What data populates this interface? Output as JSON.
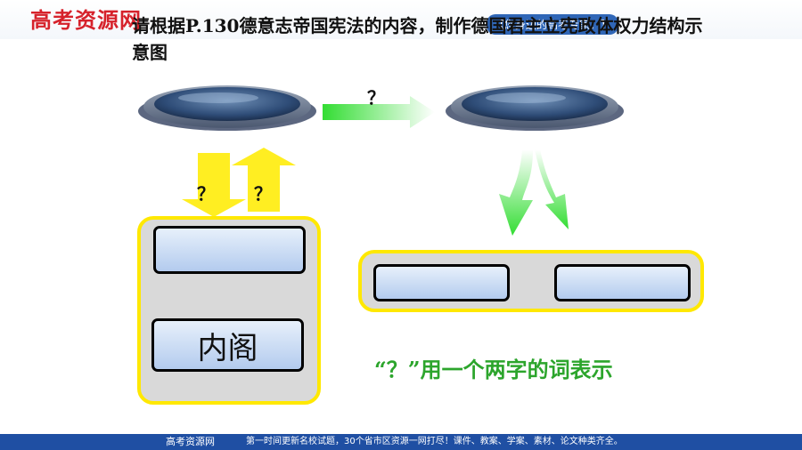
{
  "header": {
    "logo": "高考资源网",
    "slogan": "【您身边的高考专家！】"
  },
  "title": "请根据P.130德意志帝国宪法的内容，制作德国君主立宪政体权力结构示意图",
  "diagram": {
    "arrow_top_label": "？",
    "arrow_down_label": "？",
    "arrow_up_label": "？",
    "left_panel": {
      "top_box_label": "",
      "bottom_box_label": "内阁"
    },
    "right_panel": {
      "left_box_label": "",
      "right_box_label": ""
    }
  },
  "note": "“？”用一个两字的词表示",
  "footer": {
    "brand": "高考资源网",
    "info": "第一时间更新名校试题，30个省市区资源一网打尽！课件、教案、学案、素材、论文种类齐全。"
  },
  "colors": {
    "panel_border": "#ffe800",
    "panel_fill": "#d9d9d9",
    "green_arrow": "#33dd33",
    "yellow_arrow": "#ffee22",
    "note_text": "#2ca52c",
    "footer_bg": "#1f4fa3"
  }
}
